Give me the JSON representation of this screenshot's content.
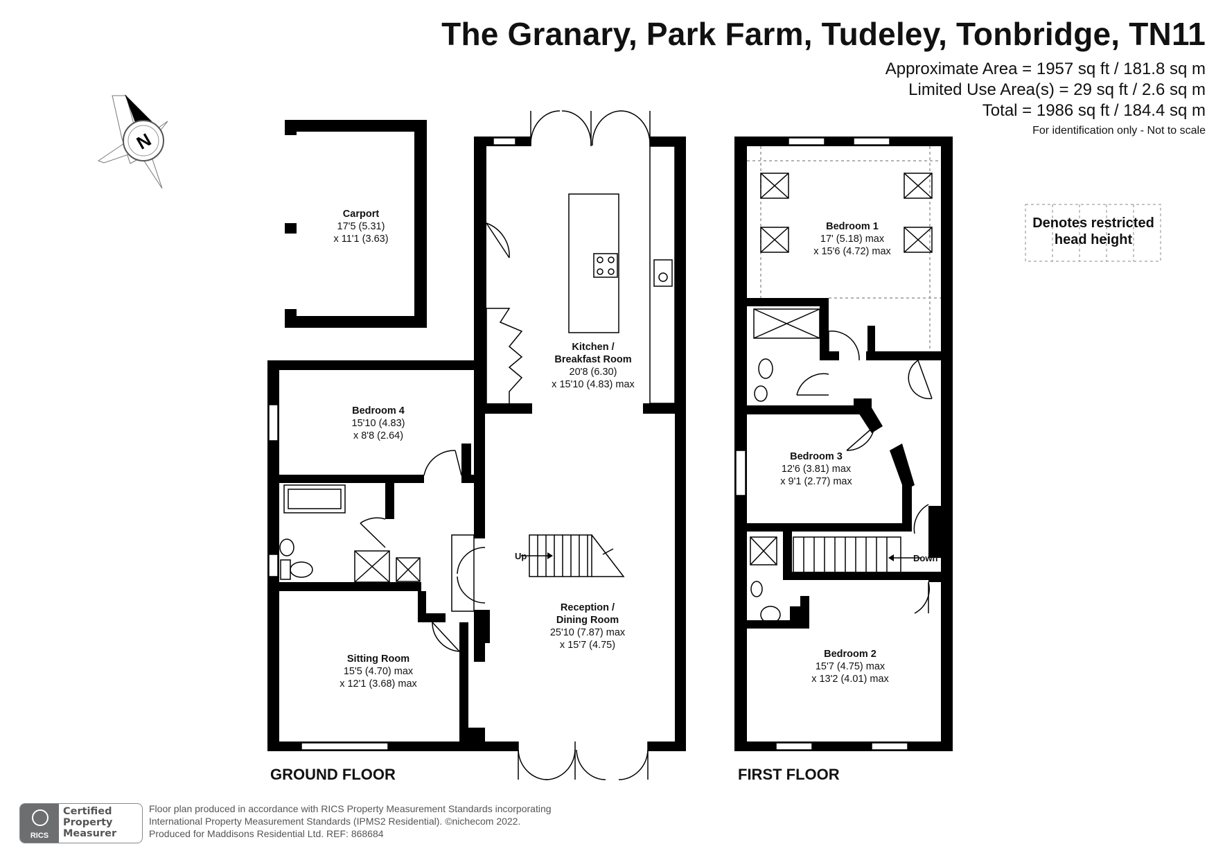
{
  "header": {
    "title": "The Granary, Park Farm, Tudeley, Tonbridge, TN11",
    "approx_area": "Approximate Area = 1957 sq ft / 181.8 sq m",
    "limited_use": "Limited Use Area(s) = 29 sq ft / 2.6 sq m",
    "total": "Total = 1986 sq ft / 184.4 sq m",
    "note": "For identification only - Not to scale"
  },
  "compass": {
    "letter": "N"
  },
  "legend": {
    "line1": "Denotes restricted",
    "line2": "head height"
  },
  "ground_floor": {
    "label": "GROUND FLOOR",
    "rooms": {
      "carport": {
        "name": "Carport",
        "dim1": "17'5 (5.31)",
        "dim2": "x 11'1 (3.63)"
      },
      "kitchen": {
        "name1": "Kitchen /",
        "name2": "Breakfast Room",
        "dim1": "20'8 (6.30)",
        "dim2": "x 15'10 (4.83) max"
      },
      "bedroom4": {
        "name": "Bedroom 4",
        "dim1": "15'10 (4.83)",
        "dim2": "x 8'8 (2.64)"
      },
      "reception": {
        "name1": "Reception /",
        "name2": "Dining Room",
        "dim1": "25'10 (7.87) max",
        "dim2": "x 15'7 (4.75)"
      },
      "sitting": {
        "name": "Sitting Room",
        "dim1": "15'5 (4.70) max",
        "dim2": "x 12'1 (3.68) max"
      }
    },
    "stairs_label": "Up"
  },
  "first_floor": {
    "label": "FIRST FLOOR",
    "rooms": {
      "bedroom1": {
        "name": "Bedroom 1",
        "dim1": "17' (5.18) max",
        "dim2": "x 15'6 (4.72) max"
      },
      "bedroom3": {
        "name": "Bedroom 3",
        "dim1": "12'6 (3.81) max",
        "dim2": "x 9'1 (2.77) max"
      },
      "bedroom2": {
        "name": "Bedroom 2",
        "dim1": "15'7 (4.75) max",
        "dim2": "x 13'2 (4.01) max"
      }
    },
    "stairs_label": "Down"
  },
  "badge": {
    "org": "RICS",
    "line1": "Certified",
    "line2": "Property",
    "line3": "Measurer"
  },
  "footer": {
    "line1": "Floor plan produced in accordance with RICS Property Measurement Standards incorporating",
    "line2": "International Property Measurement Standards (IPMS2 Residential).   ©nichecom 2022.",
    "line3": "Produced for Maddisons Residential Ltd.   REF:  868684"
  },
  "colors": {
    "wall": "#000000",
    "text": "#111111",
    "badge_grey": "#6d6e70"
  }
}
